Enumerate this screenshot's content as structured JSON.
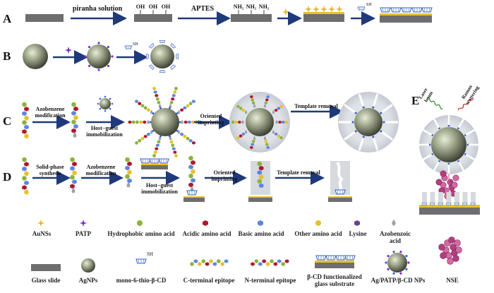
{
  "rows": {
    "A": "A",
    "B": "B",
    "C": "C",
    "D": "D",
    "E": "E"
  },
  "row_a": {
    "step1": "piranha solution",
    "step2": "APTES",
    "oh": "OH",
    "nh2": "NH₂"
  },
  "row_c": {
    "step1": "Azobenzene\nmodification",
    "step2": "Host−guest\nimmobilization",
    "step3": "Oriented imprinting",
    "step4": "Template removal"
  },
  "row_d": {
    "step1": "Solid-phase\nsynthesis",
    "step2": "Azobenzene\nmodification",
    "step3": "Host−guest\nimmobilization",
    "step4": "Oriented imprinting",
    "step5": "Template removal"
  },
  "row_e": {
    "laser": "Laser\nbeam",
    "raman": "Raman\nscattering"
  },
  "legend": {
    "row1": [
      "AuNSs",
      "PATP",
      "Hydrophobic amino acid",
      "Acidic amino acid",
      "Basic amino acid",
      "Other amino acid",
      "Lysine",
      "Azobenzoic acid"
    ],
    "row2": [
      "Glass slide",
      "AgNPs",
      "mono-6-thio-β-CD",
      "C-terminal epitope",
      "N-terminal epitope",
      "β-CD functionalized\nglass substrate",
      "Ag/PATP/β-CD NPs",
      "NSE"
    ]
  },
  "colors": {
    "arrow": "#1f3a7a",
    "glass": "#6e6e6e",
    "gold": "#e8b62c",
    "purple": "#7a2fd0",
    "hydrophobic": "#8db33a",
    "acidic": "#b0172c",
    "basic": "#5b86e0",
    "other": "#e7c12a",
    "lysine": "#6b3f8f",
    "azo": "#9aa2a8",
    "sphere": "#8c9478",
    "shell": "#d6d9de",
    "cd": "#3b64c7",
    "nse": "#c64f8e"
  }
}
